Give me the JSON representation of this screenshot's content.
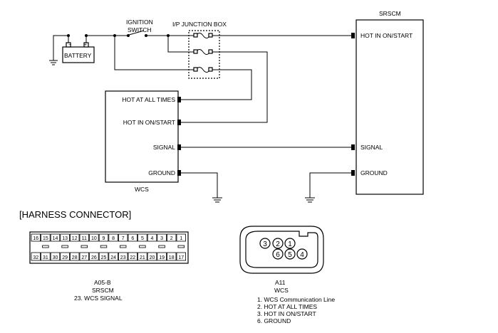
{
  "labels": {
    "ignition_switch_line1": "IGNITION",
    "ignition_switch_line2": "SWITCH",
    "junction_box": "I/P JUNCTION BOX",
    "battery": "BATTERY",
    "battery_neg": "−",
    "battery_pos": "+",
    "srscm_title": "SRSCM",
    "wcs_title": "WCS",
    "harness_title": "[HARNESS CONNECTOR]"
  },
  "srscm": {
    "pins": [
      "HOT IN ON/START",
      "SIGNAL",
      "GROUND"
    ]
  },
  "wcs": {
    "pins": [
      "HOT AT ALL TIMES",
      "HOT IN ON/START",
      "SIGNAL",
      "GROUND"
    ]
  },
  "connector_a05b": {
    "top_row": [
      "16",
      "15",
      "14",
      "13",
      "12",
      "11",
      "10",
      "9",
      "8",
      "7",
      "6",
      "5",
      "4",
      "3",
      "2",
      "1"
    ],
    "bottom_row": [
      "32",
      "31",
      "30",
      "29",
      "28",
      "27",
      "26",
      "25",
      "24",
      "23",
      "22",
      "21",
      "20",
      "19",
      "18",
      "17"
    ],
    "code": "A05-B",
    "name": "SRSCM",
    "pin_desc": "23. WCS SIGNAL"
  },
  "connector_a11": {
    "top_pins": [
      "3",
      "2",
      "1"
    ],
    "bottom_pins": [
      "6",
      "5",
      "4"
    ],
    "code": "A11",
    "name": "WCS",
    "pin_desc": [
      "1. WCS Communication Line",
      "2. HOT AT ALL TIMES",
      "3. HOT IN ON/START",
      "6. GROUND"
    ]
  }
}
